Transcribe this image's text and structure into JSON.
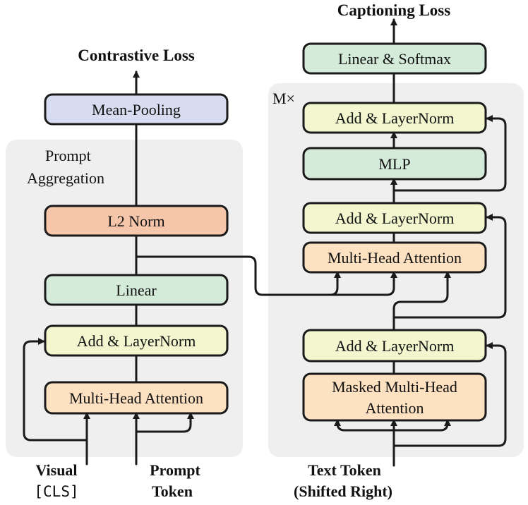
{
  "colors": {
    "panel": "#efefef",
    "pooling": "#d8dcf1",
    "norm": "#f6c6aa",
    "linear": "#d4ebd9",
    "addnorm": "#f3f7cf",
    "attention": "#fde1c1"
  },
  "left": {
    "loss_label": "Contrastive Loss",
    "panel_title_line1": "Prompt",
    "panel_title_line2": "Aggregation",
    "mean_pooling": "Mean-Pooling",
    "l2_norm": "L2 Norm",
    "linear": "Linear",
    "add_norm": "Add & LayerNorm",
    "attention": "Multi-Head Attention",
    "input_visual_line1": "Visual",
    "input_visual_line2": "[CLS]",
    "input_prompt_line1": "Prompt",
    "input_prompt_line2": "Token"
  },
  "right": {
    "loss_label": "Captioning Loss",
    "repeat_label": "M×",
    "linear_softmax": "Linear & Softmax",
    "add_norm_top": "Add & LayerNorm",
    "mlp": "MLP",
    "add_norm_mid": "Add & LayerNorm",
    "cross_attention": "Multi-Head Attention",
    "add_norm_bottom": "Add & LayerNorm",
    "masked_attention_line1": "Masked Multi-Head",
    "masked_attention_line2": "Attention",
    "input_text_line1": "Text Token",
    "input_text_line2": "(Shifted Right)"
  }
}
